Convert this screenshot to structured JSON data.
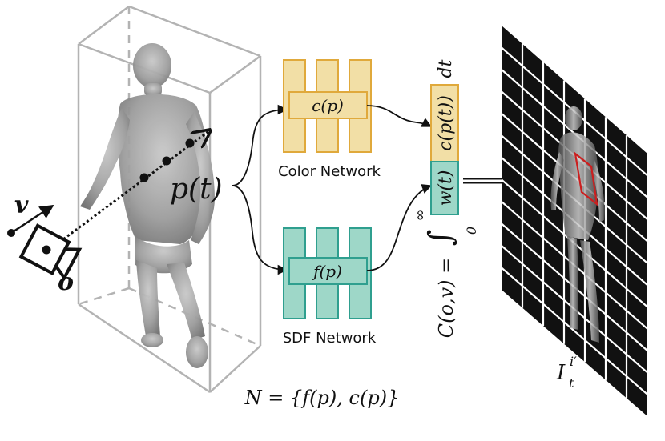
{
  "labels": {
    "ray_point": "p(t)",
    "direction": "v",
    "origin": "o",
    "color_output": "c(p)",
    "color_network": "Color Network",
    "sdf_output": "f(p)",
    "sdf_network": "SDF Network",
    "weight_term": "w(t)",
    "color_term": "c(p(t))",
    "differential": "dt",
    "integral_lower": "0",
    "integral_upper": "∞",
    "render_equation": "C(o,v) =",
    "network_set": "N = {f(p), c(p)}",
    "image_label": "I",
    "image_sub": "t",
    "image_sup": "i′"
  },
  "colors": {
    "color_network_fill": "#f2dfa6",
    "color_network_stroke": "#e0a93b",
    "sdf_network_fill": "#9ed7c8",
    "sdf_network_stroke": "#2f9f8f",
    "bbox": "#b3b3b3",
    "body_gray": "#9e9e9e",
    "grid_bg": "#111111",
    "grid_line": "#ffffff",
    "highlight": "#cc1f1f"
  },
  "icons": {
    "camera": "camera-icon",
    "arrow": "arrow-icon"
  }
}
